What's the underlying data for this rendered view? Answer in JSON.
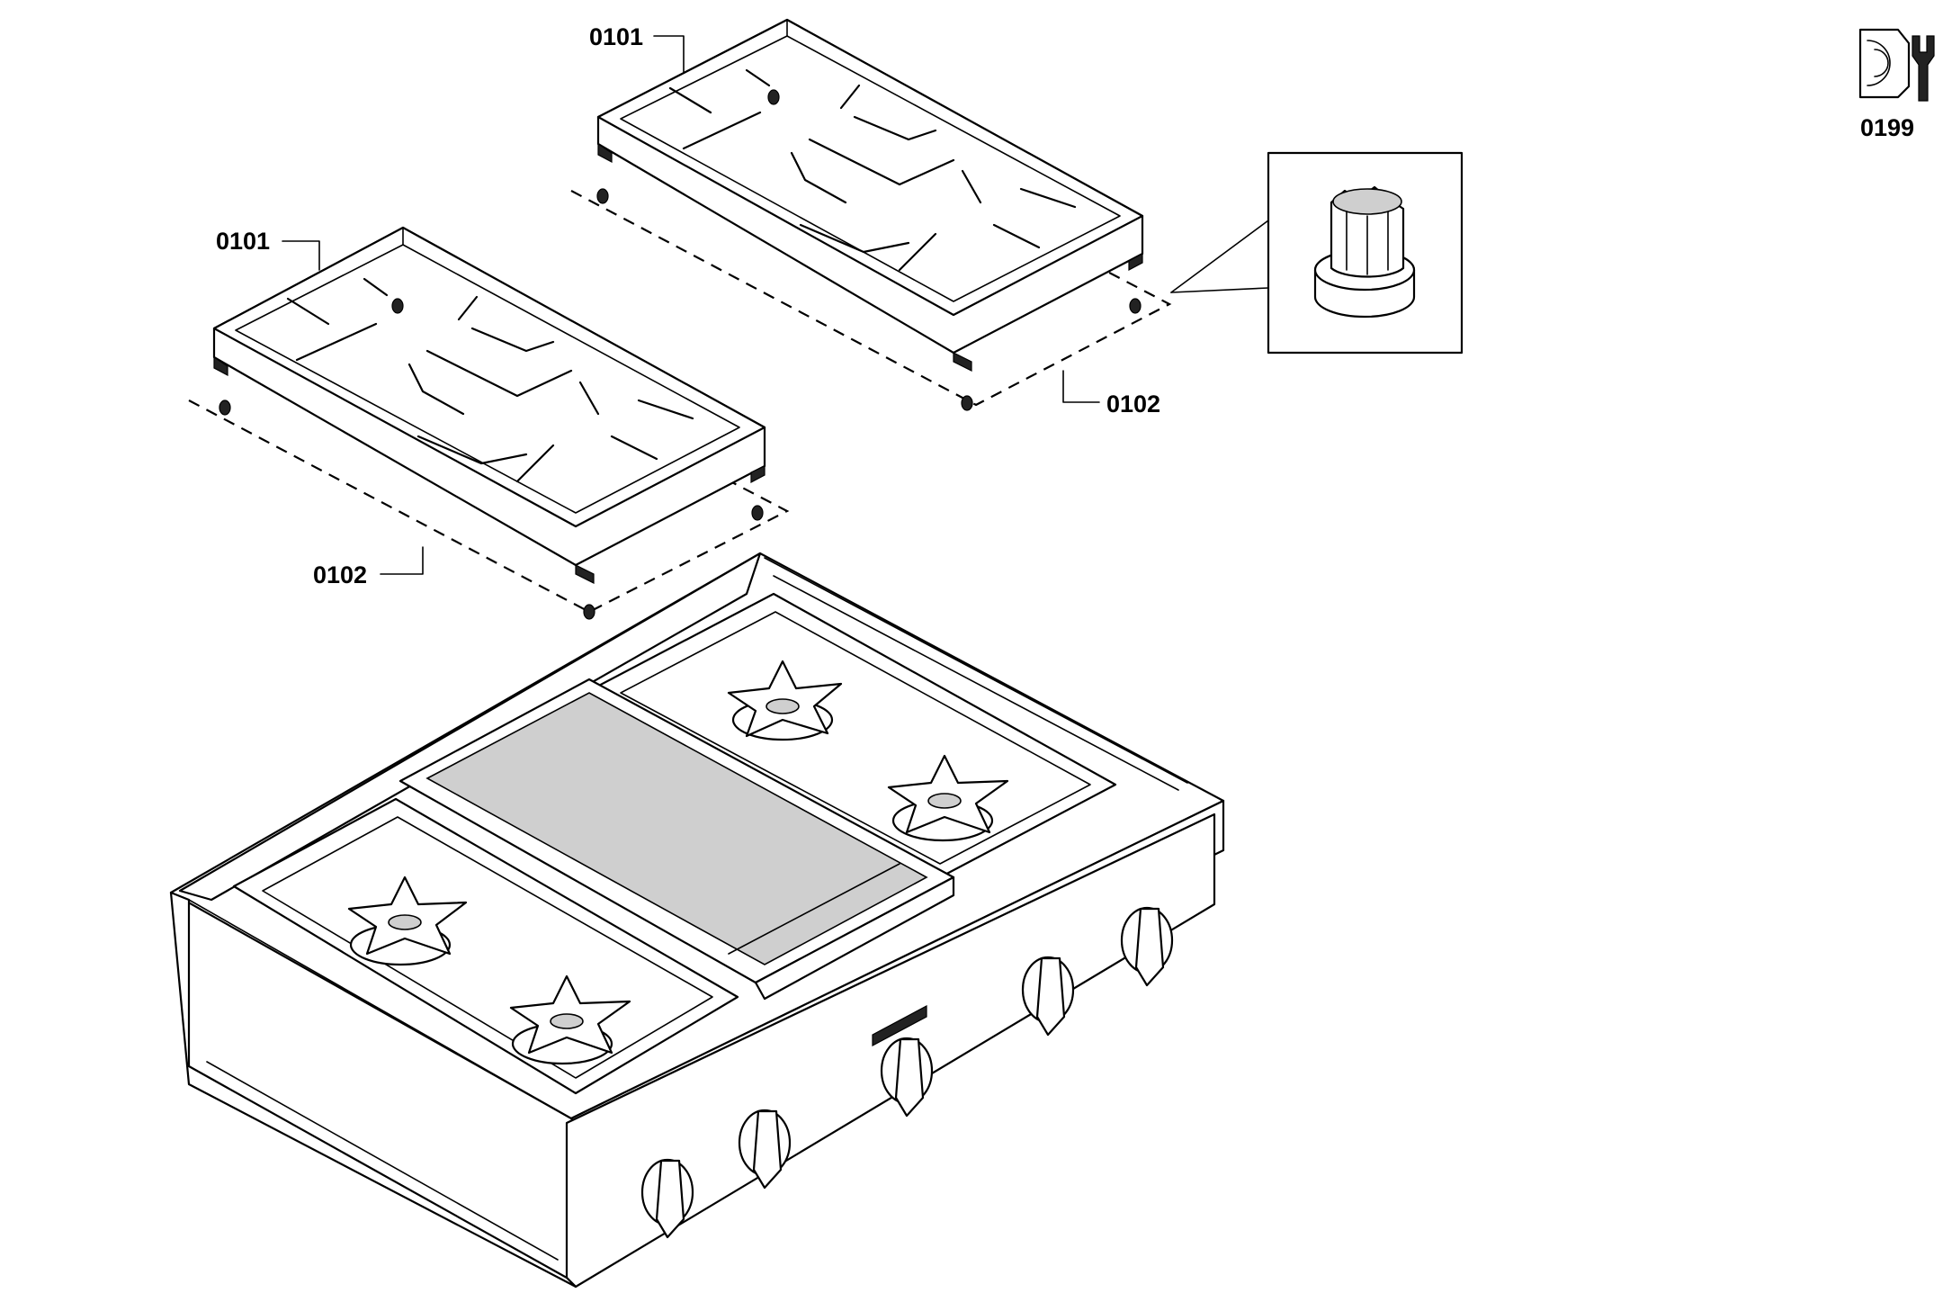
{
  "labels": {
    "grate_right": "0101",
    "grate_left": "0101",
    "feet_right": "0102",
    "feet_left": "0102",
    "service_kit": "0199"
  }
}
